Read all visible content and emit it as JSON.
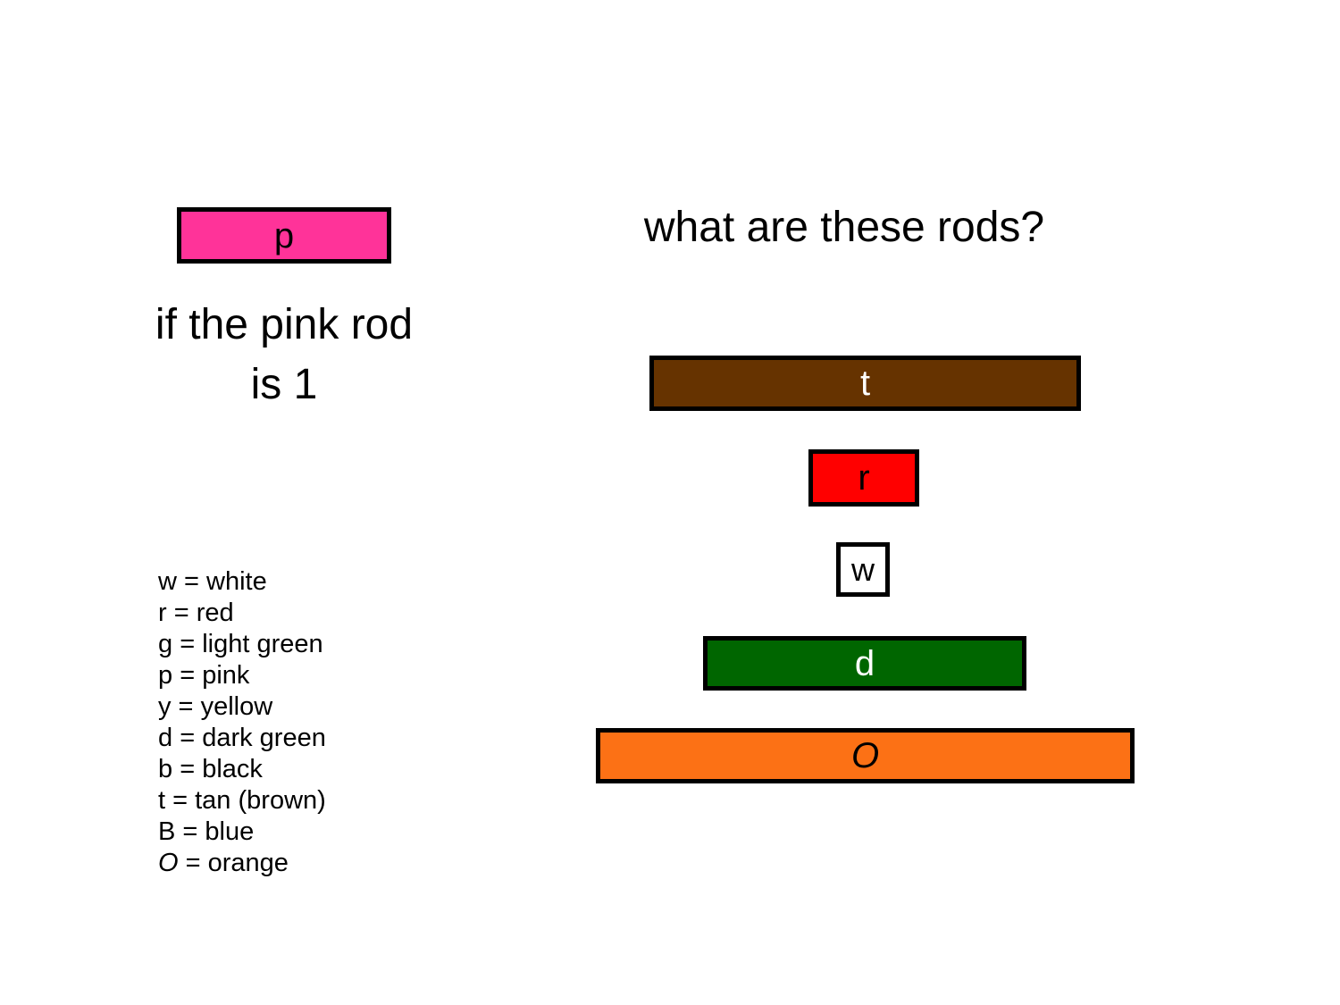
{
  "slide": {
    "background": "#FFFFFF"
  },
  "example": {
    "rod_label": "p",
    "rod_color": "#FF3399",
    "rod_color_name": "pink",
    "rod_units": 4,
    "caption_line1": "if the pink rod",
    "caption_line2": "is 1"
  },
  "question": {
    "title": "what are these rods?"
  },
  "rods": [
    {
      "label": "t",
      "color": "#663300",
      "color_name": "tan (brown)",
      "units": 8
    },
    {
      "label": "r",
      "color": "#FF0000",
      "color_name": "red",
      "units": 2
    },
    {
      "label": "w",
      "color": "#FFFFFF",
      "color_name": "white",
      "units": 1
    },
    {
      "label": "d",
      "color": "#006600",
      "color_name": "dark green",
      "units": 6
    },
    {
      "label": "O",
      "color": "#FC7115",
      "color_name": "orange",
      "units": 10
    }
  ],
  "legend": {
    "separator": " = ",
    "items": [
      {
        "symbol": "w",
        "name": "white"
      },
      {
        "symbol": "r",
        "name": "red"
      },
      {
        "symbol": "g",
        "name": "light green"
      },
      {
        "symbol": "p",
        "name": "pink"
      },
      {
        "symbol": "y",
        "name": "yellow"
      },
      {
        "symbol": "d",
        "name": "dark green"
      },
      {
        "symbol": "b",
        "name": "black"
      },
      {
        "symbol": "t",
        "name": "tan (brown)"
      },
      {
        "symbol": "B",
        "name": "blue"
      },
      {
        "symbol": "O",
        "name": "orange"
      }
    ]
  }
}
